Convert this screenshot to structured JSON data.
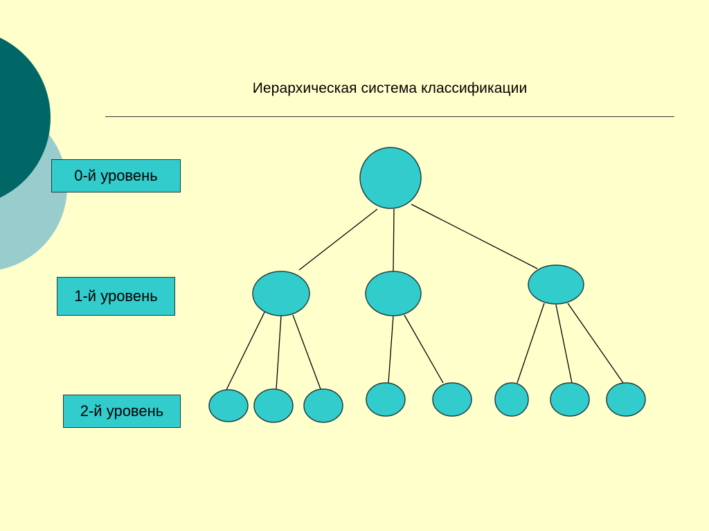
{
  "title": "Иерархическая система классификации",
  "levels": [
    {
      "label": "0-й уровень"
    },
    {
      "label": "1-й уровень"
    },
    {
      "label": "2-й уровень"
    }
  ],
  "colors": {
    "background": "#ffffcc",
    "node_fill": "#33cccc",
    "node_stroke": "#1f4040",
    "decor_dark": "#006666",
    "decor_light": "#99cccc"
  },
  "tree": {
    "root_children": 3,
    "level1_children": [
      3,
      2,
      3
    ]
  }
}
